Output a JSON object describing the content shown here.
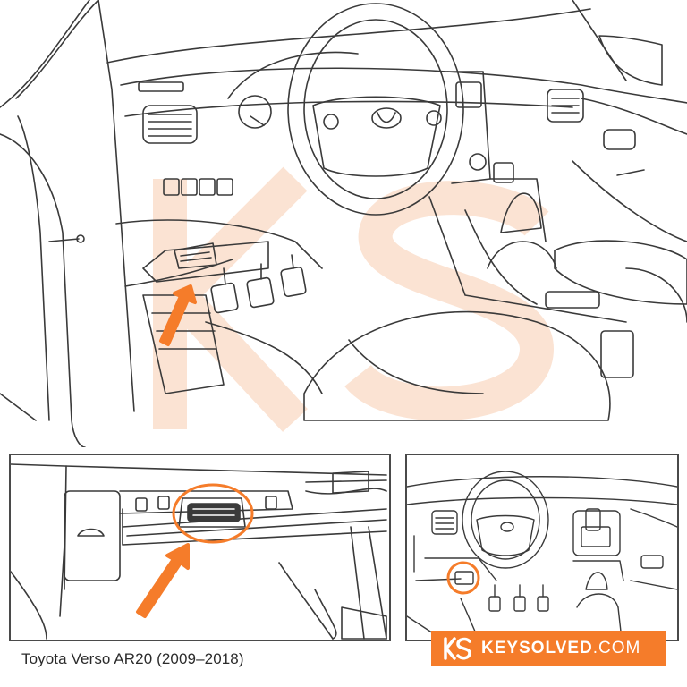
{
  "caption": "Toyota Verso AR20 (2009–2018)",
  "brand": {
    "name": "KEYSOLVED",
    "tld": ".COM"
  },
  "watermark": "KS",
  "icons": {
    "highlight": "obd-port-highlight-circle",
    "arrow": "pointer-arrow",
    "logo": "keysolved-logo-icon"
  },
  "colors": {
    "accent": "#f57c2a",
    "line": "#3a3a3a",
    "watermark": "#fbe3d3",
    "background": "#ffffff"
  }
}
